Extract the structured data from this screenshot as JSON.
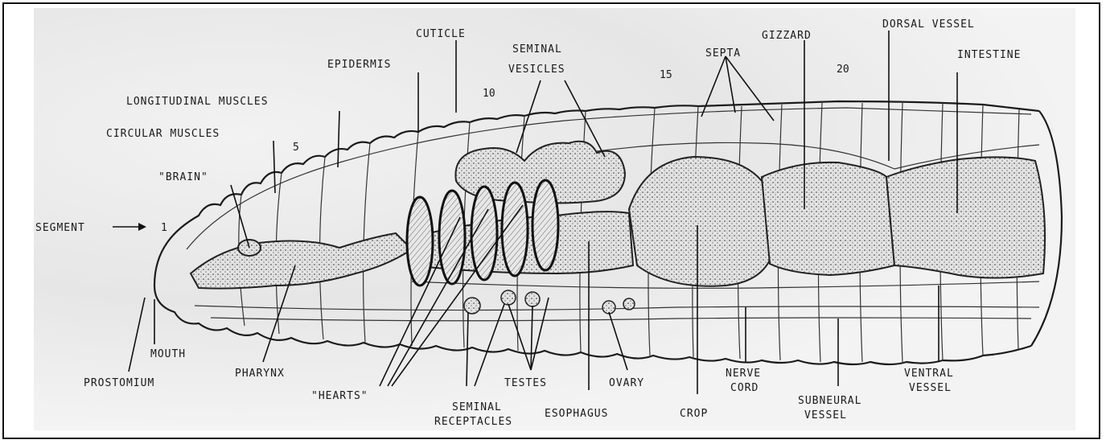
{
  "labels": {
    "cuticle": "CUTICLE",
    "seminal_vesicles_1": "SEMINAL",
    "seminal_vesicles_2": "VESICLES",
    "gizzard": "GIZZARD",
    "dorsal_vessel": "DORSAL VESSEL",
    "epidermis": "EPIDERMIS",
    "septa": "SEPTA",
    "intestine": "INTESTINE",
    "longitudinal_muscles": "LONGITUDINAL MUSCLES",
    "circular_muscles": "CIRCULAR MUSCLES",
    "brain": "\"BRAIN\"",
    "segment": "SEGMENT",
    "mouth": "MOUTH",
    "prostomium": "PROSTOMIUM",
    "pharynx": "PHARYNX",
    "hearts": "\"HEARTS\"",
    "seminal_receptacles_1": "SEMINAL",
    "seminal_receptacles_2": "RECEPTACLES",
    "testes": "TESTES",
    "esophagus": "ESOPHAGUS",
    "ovary": "OVARY",
    "crop": "CROP",
    "nerve_cord_1": "NERVE",
    "nerve_cord_2": "CORD",
    "subneural_vessel_1": "SUBNEURAL",
    "subneural_vessel_2": "VESSEL",
    "ventral_vessel_1": "VENTRAL",
    "ventral_vessel_2": "VESSEL"
  },
  "segment_numbers": {
    "n1": "1",
    "n5": "5",
    "n10": "10",
    "n15": "15",
    "n20": "20"
  }
}
